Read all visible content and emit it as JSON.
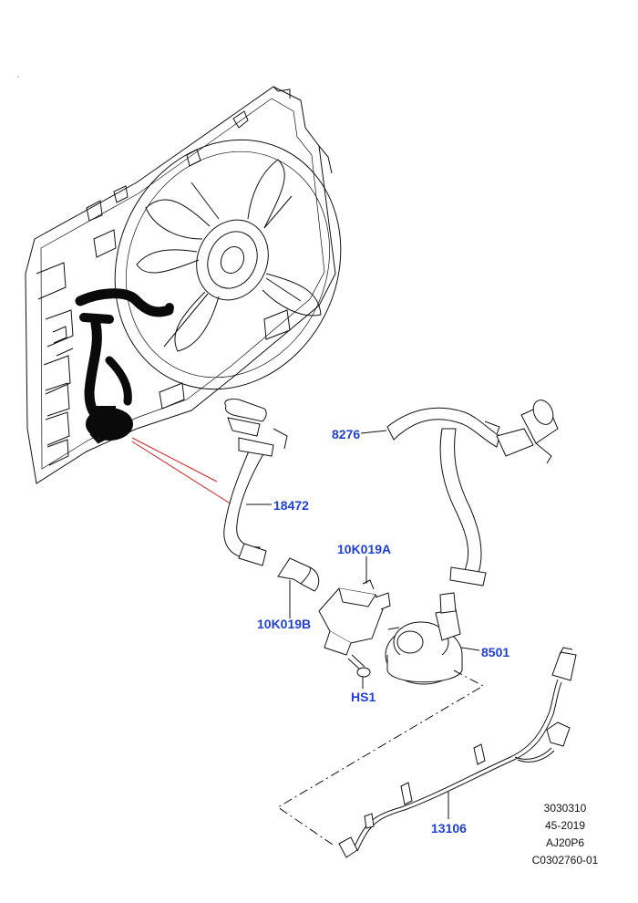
{
  "callouts": {
    "hose_8276": "8276",
    "hose_18472": "18472",
    "bracket_10K019A": "10K019A",
    "bracket_10K019B": "10K019B",
    "pump_8501": "8501",
    "screw_HS1": "HS1",
    "harness_13106": "13106"
  },
  "info_block": {
    "line1": "3030310",
    "line2": "45-2019",
    "line3": "AJ20P6",
    "line4": "C0302760-01"
  },
  "colors": {
    "callout_text": "#1f3fd6",
    "leader_line": "#d42020",
    "line_art": "#111111",
    "highlight_parts": "#0a0a0a"
  }
}
